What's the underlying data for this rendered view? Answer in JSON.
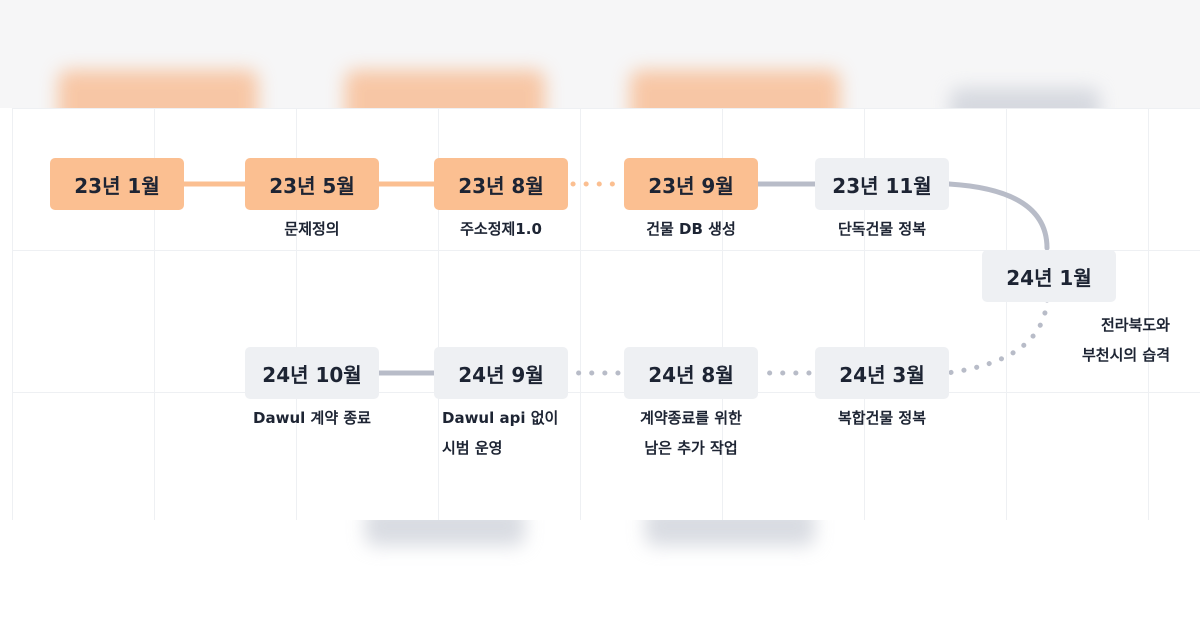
{
  "colors": {
    "done_fill": "#fbbf91",
    "todo_fill": "#eef0f3",
    "done_link": "#fbbf91",
    "todo_link": "#b8bcc8",
    "text": "#1d2433"
  },
  "nodes": [
    {
      "id": "n1",
      "label": "23년 1월",
      "caption": [],
      "status": "done"
    },
    {
      "id": "n2",
      "label": "23년 5월",
      "caption": [
        "문제정의"
      ],
      "status": "done"
    },
    {
      "id": "n3",
      "label": "23년 8월",
      "caption": [
        "주소정제1.0"
      ],
      "status": "done"
    },
    {
      "id": "n4",
      "label": "23년 9월",
      "caption": [
        "건물 DB 생성"
      ],
      "status": "done"
    },
    {
      "id": "n5",
      "label": "23년 11월",
      "caption": [
        "단독건물 정복"
      ],
      "status": "todo"
    },
    {
      "id": "n6",
      "label": "24년 1월",
      "caption": [
        "전라북도와",
        "부천시의 습격"
      ],
      "status": "todo"
    },
    {
      "id": "n7",
      "label": "24년 3월",
      "caption": [
        "복합건물 정복"
      ],
      "status": "todo"
    },
    {
      "id": "n8",
      "label": "24년 8월",
      "caption": [
        "계약종료를 위한",
        "남은 추가 작업"
      ],
      "status": "todo"
    },
    {
      "id": "n9",
      "label": "24년 9월",
      "caption": [
        "Dawul api 없이",
        "시범 운영"
      ],
      "status": "todo"
    },
    {
      "id": "n10",
      "label": "24년 10월",
      "caption": [
        "Dawul 계약 종료"
      ],
      "status": "todo"
    }
  ]
}
